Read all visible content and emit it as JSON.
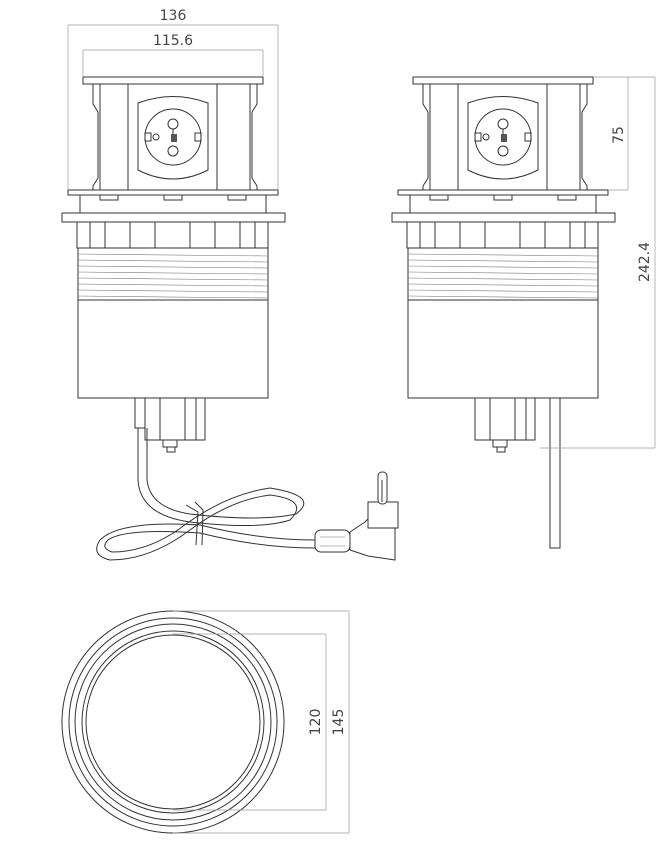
{
  "title": "Pop-up socket technical drawing",
  "dimensions": {
    "overall_width": "136",
    "cap_width": "115.6",
    "cap_height": "75",
    "total_height": "242.4",
    "inner_diameter": "120",
    "outer_diameter": "145"
  },
  "views": [
    "front-view-with-cable",
    "front-view-straight-cable",
    "top-view"
  ]
}
